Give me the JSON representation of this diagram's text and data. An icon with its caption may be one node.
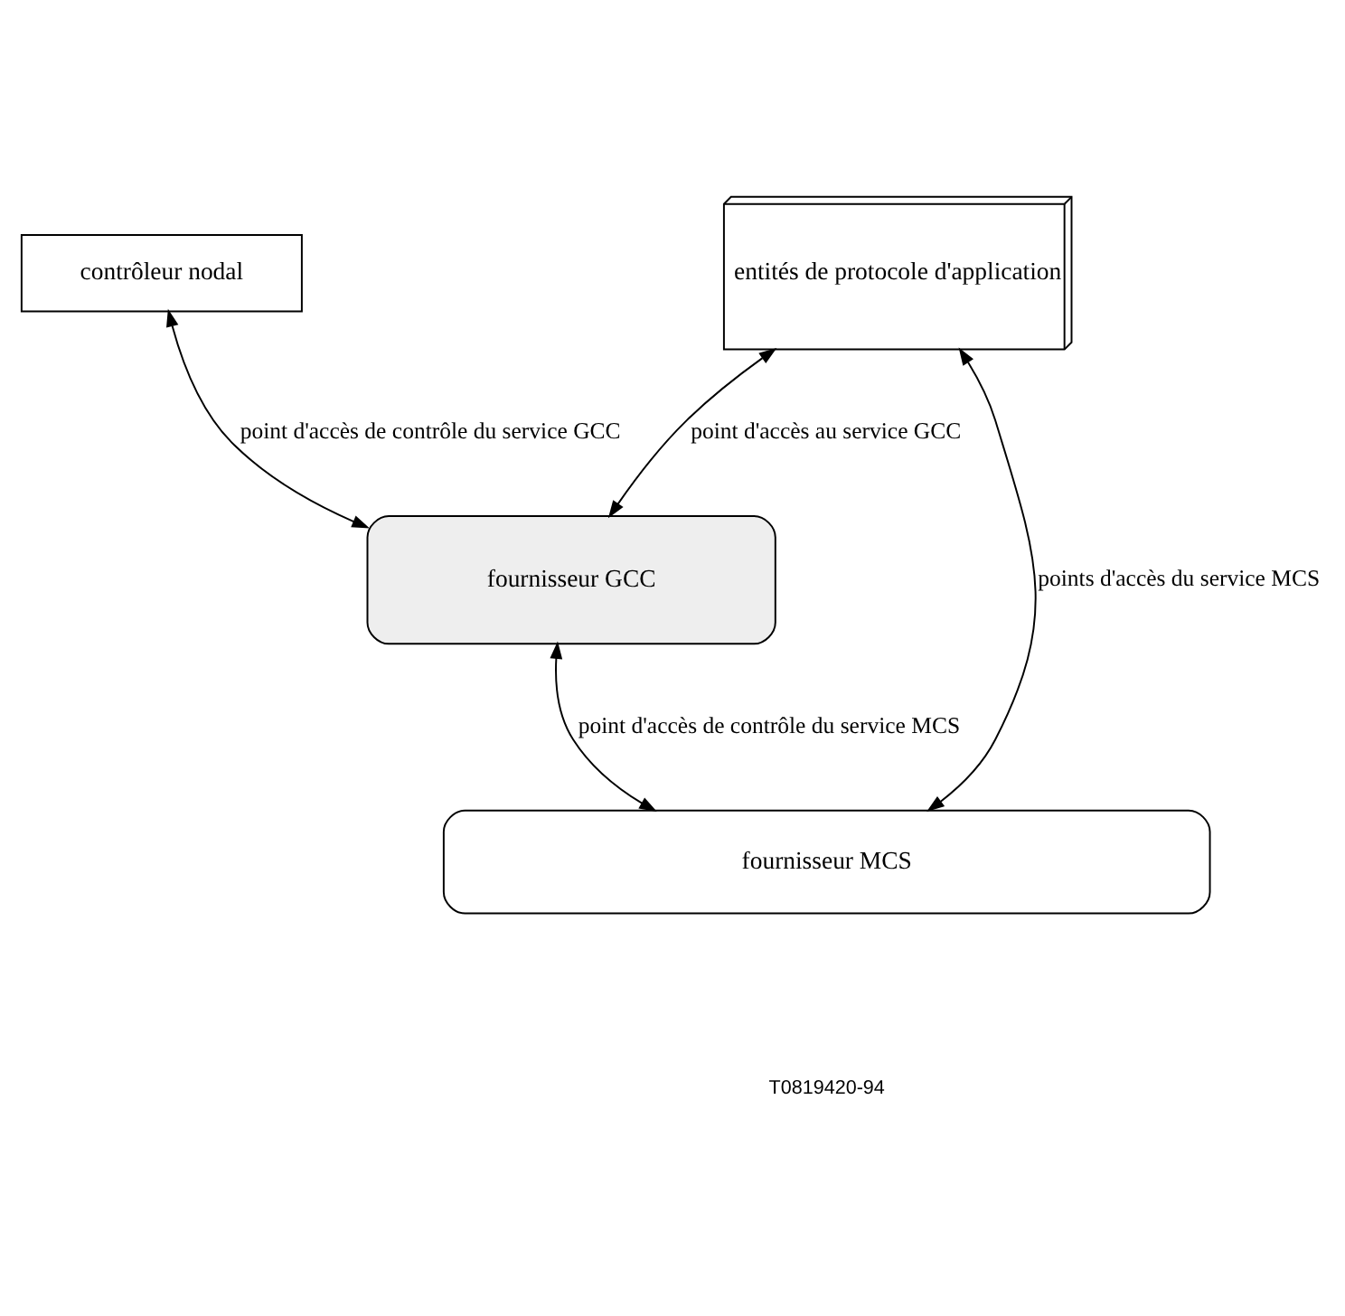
{
  "diagram": {
    "nodes": [
      {
        "text": [
          "contrôleur nodal"
        ]
      },
      {
        "text": [
          "entités de protocole d'application"
        ]
      },
      {
        "text": [
          "fournisseur GCC"
        ]
      },
      {
        "text": [
          "fournisseur MCS"
        ]
      }
    ],
    "edges": [
      {
        "from": 0,
        "to": 2,
        "arrow": "both",
        "label": "point d'accès de contrôle du service GCC"
      },
      {
        "from": 1,
        "to": 2,
        "arrow": "both",
        "label": "point d'accès au service GCC"
      },
      {
        "from": 2,
        "to": 3,
        "arrow": "both",
        "label": "point d'accès de contrôle du service MCS"
      },
      {
        "from": 1,
        "to": 3,
        "arrow": "both",
        "label": "points d'accès du service MCS"
      }
    ],
    "labels": [
      "T0819420-94"
    ]
  }
}
